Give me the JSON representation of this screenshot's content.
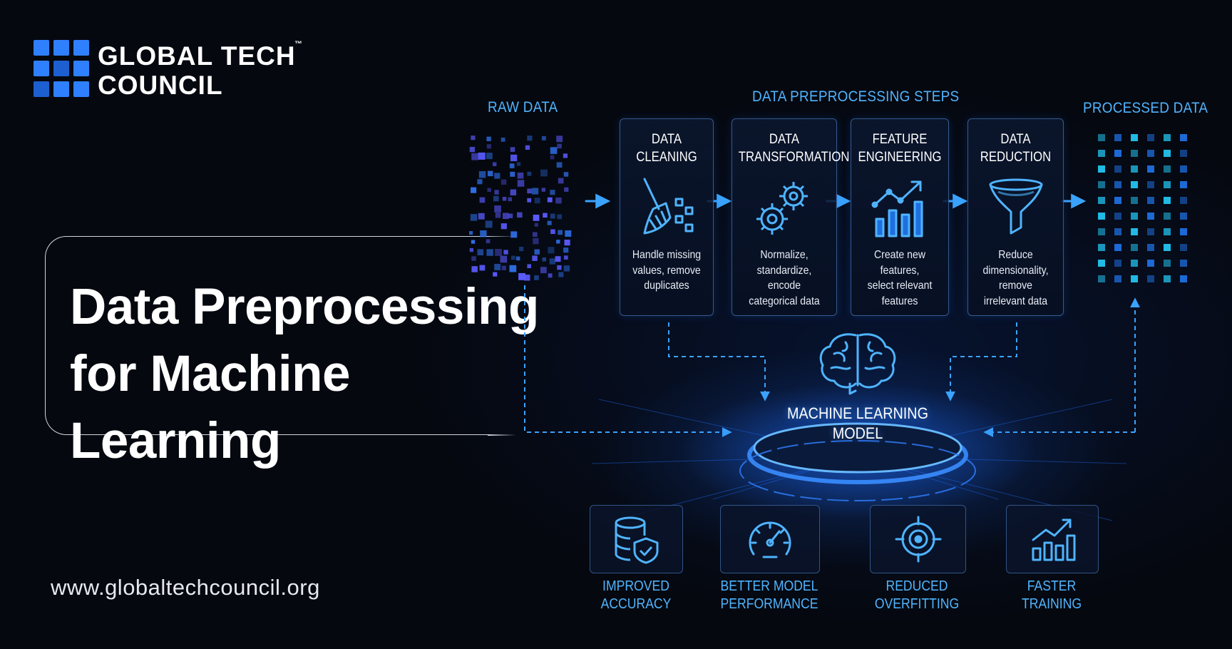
{
  "brand": {
    "logo_line1": "GLOBAL TECH",
    "logo_line2": "COUNCIL",
    "trademark": "™",
    "website": "www.globaltechcouncil.org"
  },
  "title": {
    "line1": "Data Preprocessing",
    "line2": "for Machine Learning"
  },
  "headers": {
    "raw_data": "RAW DATA",
    "steps": "DATA PREPROCESSING STEPS",
    "processed_data": "PROCESSED DATA"
  },
  "steps": [
    {
      "title_line1": "DATA",
      "title_line2": "CLEANING",
      "desc": [
        "Handle missing",
        "values, remove",
        "duplicates"
      ],
      "icon": "broom-icon"
    },
    {
      "title_line1": "DATA",
      "title_line2": "TRANSFORMATION",
      "desc": [
        "Normalize,",
        "standardize,",
        "encode",
        "categorical data"
      ],
      "icon": "gears-icon"
    },
    {
      "title_line1": "FEATURE",
      "title_line2": "ENGINEERING",
      "desc": [
        "Create new",
        "features,",
        "select relevant",
        "features"
      ],
      "icon": "growth-chart-icon"
    },
    {
      "title_line1": "DATA",
      "title_line2": "REDUCTION",
      "desc": [
        "Reduce",
        "dimensionality,",
        "remove",
        "irrelevant data"
      ],
      "icon": "funnel-icon"
    }
  ],
  "model": {
    "line1": "MACHINE LEARNING",
    "line2": "MODEL",
    "icon": "brain-icon"
  },
  "benefits": [
    {
      "line1": "IMPROVED",
      "line2": "ACCURACY",
      "icon": "database-shield-icon"
    },
    {
      "line1": "BETTER MODEL",
      "line2": "PERFORMANCE",
      "icon": "speedometer-icon"
    },
    {
      "line1": "REDUCED",
      "line2": "OVERFITTING",
      "icon": "target-icon"
    },
    {
      "line1": "FASTER",
      "line2": "TRAINING",
      "icon": "bar-chart-up-icon"
    }
  ],
  "colors": {
    "background": "#05080f",
    "accent": "#4fb4ff",
    "logo_blue": "#2f80ff",
    "raw_dots": "#5b5cff",
    "processed_dots": "#22c4f0"
  }
}
